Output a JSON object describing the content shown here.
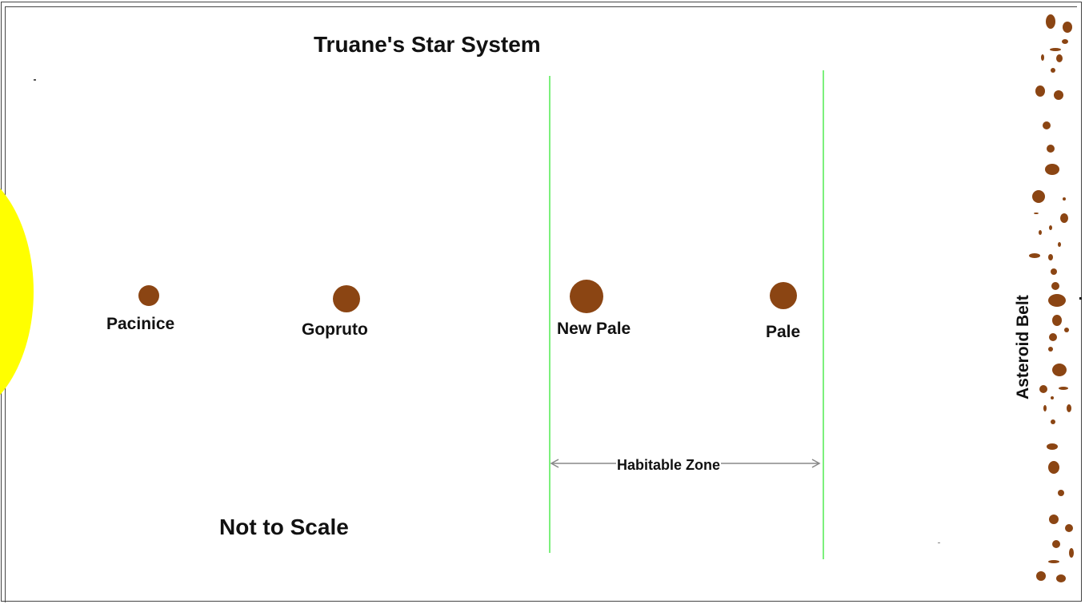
{
  "title": "Truane's Star System",
  "note": "Not to Scale",
  "star": {
    "color": "#ffff00"
  },
  "planets": [
    {
      "name": "Pacinice",
      "color": "#8b4513"
    },
    {
      "name": "Gopruto",
      "color": "#8b4513"
    },
    {
      "name": "New Pale",
      "color": "#8b4513"
    },
    {
      "name": "Pale",
      "color": "#8b4513"
    }
  ],
  "habitable_zone": {
    "label": "Habitable Zone",
    "boundary_color": "#7cf07c"
  },
  "asteroid_belt": {
    "label": "Asteroid Belt",
    "color": "#8b4513"
  }
}
